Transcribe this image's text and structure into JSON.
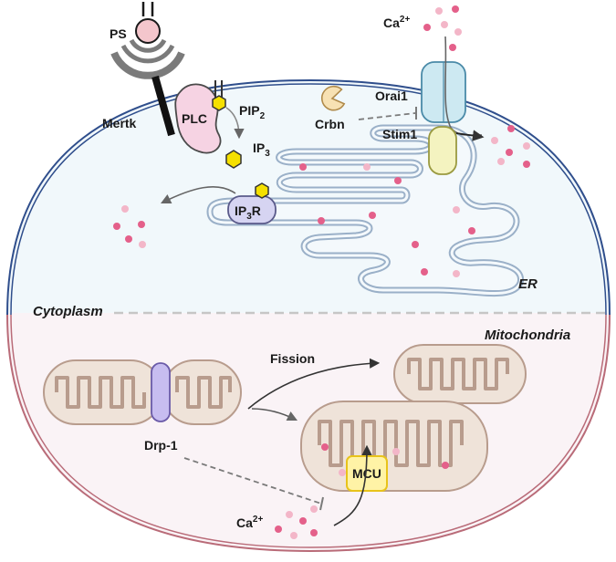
{
  "labels": {
    "ps": "PS",
    "mertk": "Mertk",
    "plc": "PLC",
    "pip2_main": "PIP",
    "pip2_sub": "2",
    "ip3_main": "IP",
    "ip3_sub": "3",
    "ca_top_main": "Ca",
    "ca_top_sup": "2+",
    "orai1": "Orai1",
    "crbn": "Crbn",
    "stim1": "Stim1",
    "ip3r_main": "IP",
    "ip3r_sub": "3",
    "ip3r_tail": "R",
    "er": "ER",
    "cytoplasm": "Cytoplasm",
    "mitochondria": "Mitochondria",
    "fission": "Fission",
    "drp1": "Drp-1",
    "mcu": "MCU",
    "ca_bottom_main": "Ca",
    "ca_bottom_sup": "2+"
  },
  "colors": {
    "cell_outline_top": "#2f4e8c",
    "cell_outline_bottom": "#b96b78",
    "cytoplasm_fill": "#f1f8fb",
    "mito_region_fill": "#faf3f6",
    "er_membrane": "#9ab0c8",
    "ca_ion": "#e4608a",
    "ca_ion_light": "#f3b6c8",
    "mito_fill": "#efe3d9",
    "mito_outline": "#b89c8d",
    "plc_fill": "#f6d3e3",
    "orai1_fill": "#cde9f2",
    "stim1_fill": "#f4f3c0",
    "ip3r_fill": "#d6d4f2",
    "drp1_fill": "#c7bdf0",
    "mcu_fill": "#fff3a6",
    "mcu_border": "#e8c31a",
    "crbn_fill": "#f7e1b3",
    "ip3_hexagon": "#f5e000",
    "receptor_arc": "#7b7b7b",
    "ps_ball": "#f4c6cc"
  },
  "icons": [
    "ps-ligand-icon",
    "mertk-receptor-icon",
    "plc-enzyme-icon",
    "pip2-hexagon-icon",
    "ip3-hexagon-icon",
    "orai1-channel-icon",
    "stim1-protein-icon",
    "crbn-pacman-icon",
    "ip3r-receptor-icon",
    "er-membrane-icon",
    "mitochondrion-icon",
    "drp1-ring-icon",
    "mcu-channel-icon",
    "calcium-ion-icon"
  ]
}
